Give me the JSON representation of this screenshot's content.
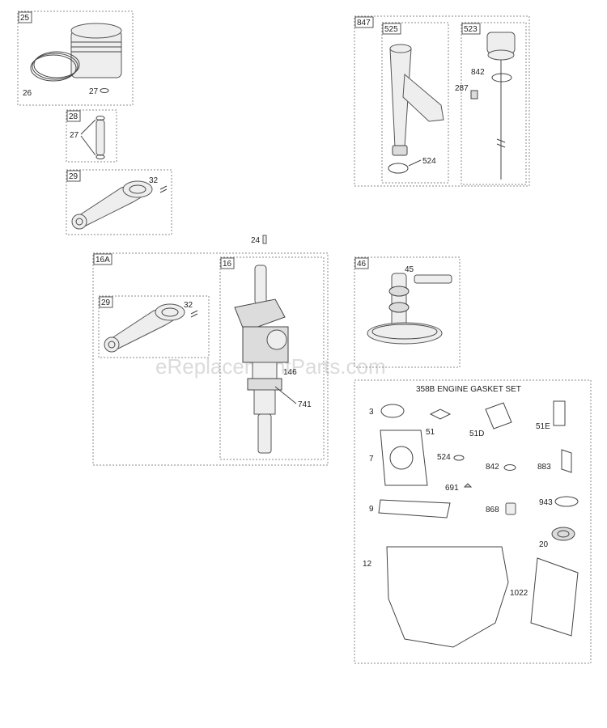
{
  "watermark": "eReplacementParts.com",
  "groups": {
    "g25": {
      "tag": "25",
      "parts": [
        "26",
        "27"
      ]
    },
    "g28": {
      "tag": "28",
      "parts": [
        "27"
      ]
    },
    "g29": {
      "tag": "29",
      "parts": [
        "32"
      ]
    },
    "g847": {
      "tag": "847",
      "sub_tags": [
        "525",
        "523"
      ],
      "parts": [
        "842",
        "287",
        "524"
      ]
    },
    "loose": {
      "parts": [
        "24"
      ]
    },
    "g16A": {
      "tag": "16A",
      "sub_tags": [
        "29",
        "16"
      ],
      "parts": [
        "32",
        "146",
        "741"
      ]
    },
    "g46": {
      "tag": "46",
      "parts": [
        "45"
      ]
    },
    "g358B": {
      "title": "358B ENGINE GASKET SET",
      "parts": [
        "3",
        "51",
        "51D",
        "51E",
        "7",
        "524",
        "842",
        "883",
        "691",
        "9",
        "868",
        "943",
        "20",
        "12",
        "1022"
      ]
    }
  }
}
